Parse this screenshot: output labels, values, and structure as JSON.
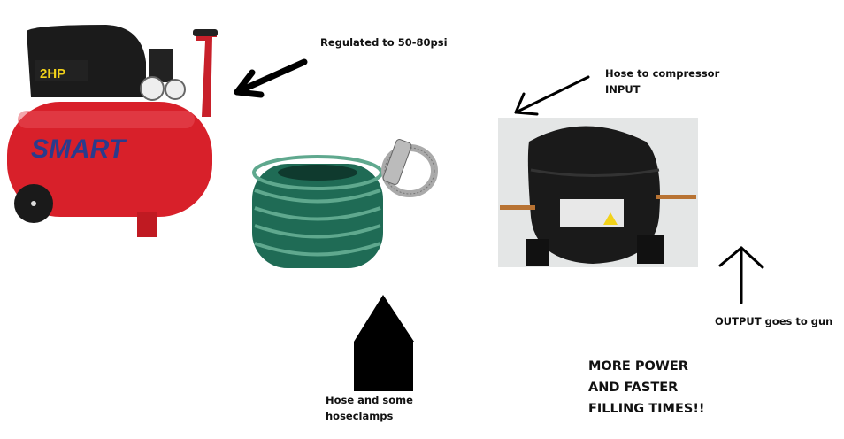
{
  "labels": {
    "regulated": "Regulated to 50-80psi",
    "hose_to_compressor": "Hose to compressor",
    "input": "INPUT",
    "output": "OUTPUT goes to gun",
    "hose_line1": "Hose and some",
    "hose_line2": "hoseclamps",
    "more_power": [
      "MORE POWER",
      "AND FASTER",
      "FILLING TIMES!!"
    ]
  },
  "air_compressor": {
    "brand": "SMART",
    "rating": "2HP"
  },
  "colors": {
    "tank_red": "#d8202a",
    "hose_green": "#1f6b55",
    "motor_black": "#1a1a1a"
  }
}
